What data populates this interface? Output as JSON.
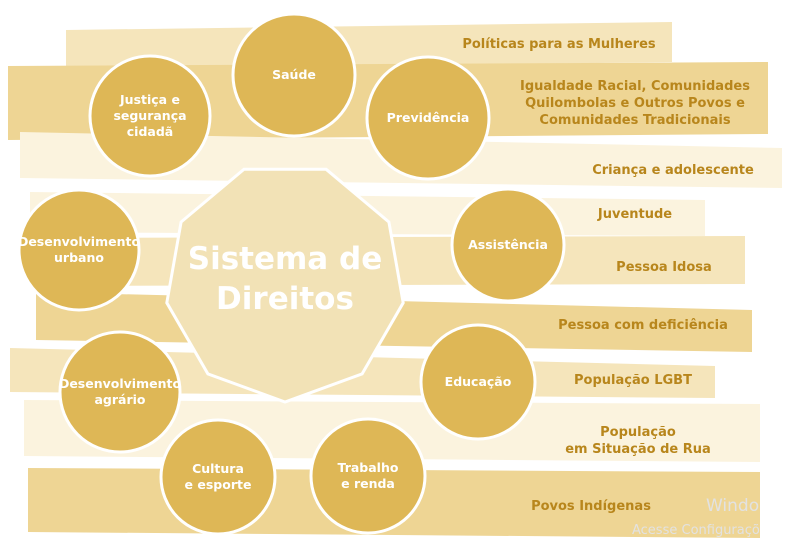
{
  "diagram": {
    "center": {
      "line1": "Sistema de",
      "line2": "Direitos"
    },
    "circles": [
      {
        "id": "saude",
        "lines": [
          "Saúde"
        ]
      },
      {
        "id": "previdencia",
        "lines": [
          "Previdência"
        ]
      },
      {
        "id": "assistencia",
        "lines": [
          "Assistência"
        ]
      },
      {
        "id": "educacao",
        "lines": [
          "Educação"
        ]
      },
      {
        "id": "trabalho",
        "lines": [
          "Trabalho",
          "e renda"
        ]
      },
      {
        "id": "cultura",
        "lines": [
          "Cultura",
          "e esporte"
        ]
      },
      {
        "id": "agrario",
        "lines": [
          "Desenvolvimento",
          "agrário"
        ]
      },
      {
        "id": "urbano",
        "lines": [
          "Desenvolvimento",
          "urbano"
        ]
      },
      {
        "id": "justica",
        "lines": [
          "Justiça e",
          "segurança",
          "cidadã"
        ]
      }
    ],
    "ribbons": [
      {
        "id": "mulheres",
        "lines": [
          "Políticas para as Mulheres"
        ]
      },
      {
        "id": "igualdade",
        "lines": [
          "Igualdade Racial, Comunidades",
          "Quilombolas e Outros Povos e",
          "Comunidades Tradicionais"
        ]
      },
      {
        "id": "crianca",
        "lines": [
          "Criança e adolescente"
        ]
      },
      {
        "id": "juventude",
        "lines": [
          "Juventude"
        ]
      },
      {
        "id": "idosa",
        "lines": [
          "Pessoa Idosa"
        ]
      },
      {
        "id": "deficiencia",
        "lines": [
          "Pessoa com deficiência"
        ]
      },
      {
        "id": "lgbt",
        "lines": [
          "População LGBT"
        ]
      },
      {
        "id": "rua",
        "lines": [
          "População",
          "em Situação de Rua"
        ]
      },
      {
        "id": "indigenas",
        "lines": [
          "Povos Indígenas"
        ]
      }
    ]
  },
  "watermark": {
    "line1": "Windo",
    "line2": "Acesse Configuraçõ"
  },
  "colors": {
    "circle": "#deb756",
    "circle_stroke": "#ffffff",
    "center_fill": "#f2e2b6",
    "text_gold": "#b8861c",
    "ribbon_light": "#fbf3de",
    "ribbon_medium": "#f5e5bb",
    "ribbon_dark": "#eed594"
  }
}
